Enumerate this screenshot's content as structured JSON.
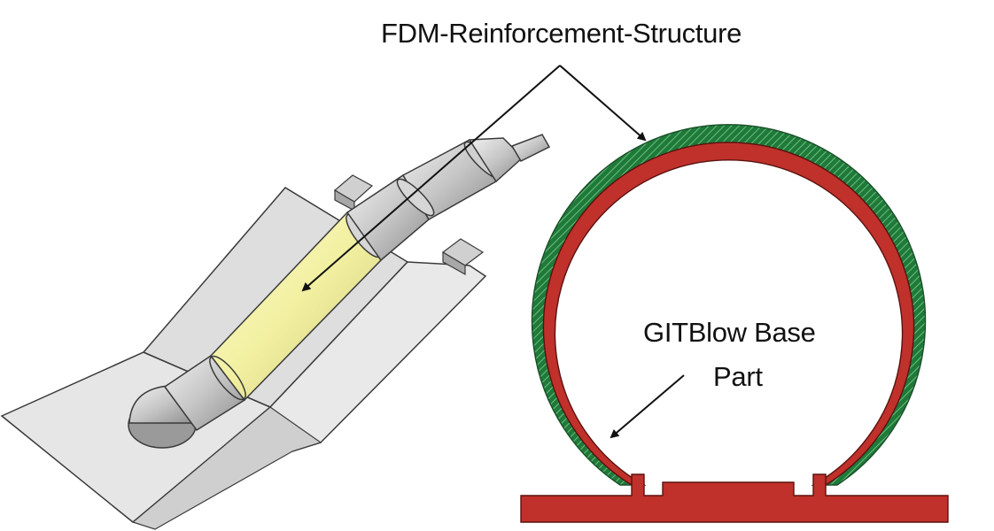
{
  "labels": {
    "reinforcement": "FDM-Reinforcement-Structure",
    "base_line1": "GITBlow Base",
    "base_line2": "Part"
  },
  "colors": {
    "reinforcement_green": "#1f7a3a",
    "base_red": "#c0312b",
    "highlight_yellow": "#f2f0a0",
    "tube_gray": "#c9c9c9",
    "sheet_gray": "#e2e2e2",
    "outline": "#3a3a3a",
    "arrow": "#111111"
  }
}
